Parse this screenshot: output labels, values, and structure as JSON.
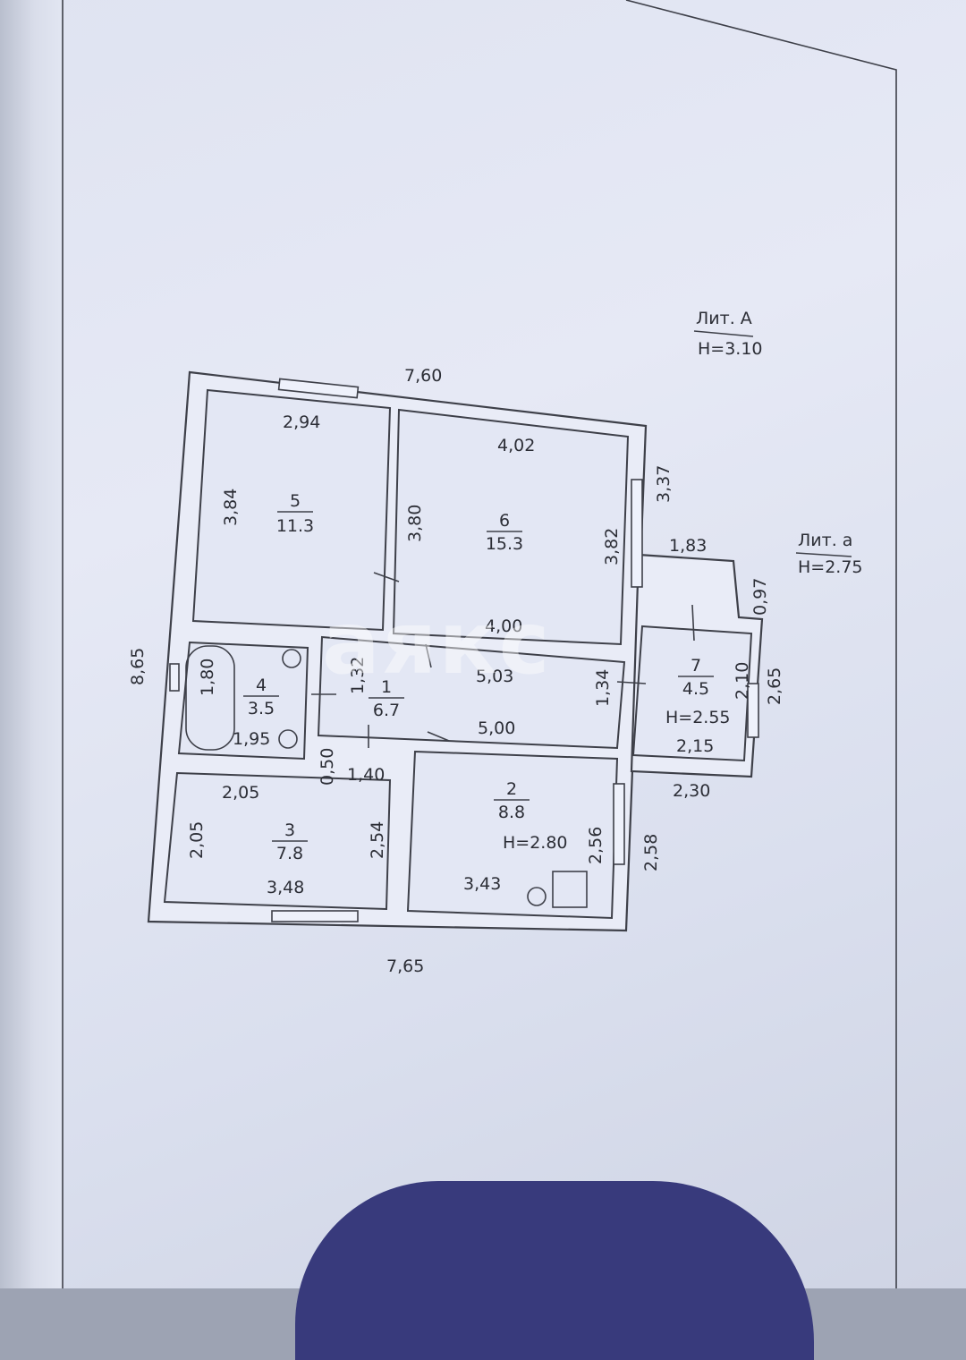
{
  "plan": {
    "lit_a": {
      "name": "Лит. А",
      "height": "H=3.10"
    },
    "lit_a_small": {
      "name": "Лит. а",
      "height": "H=2.75"
    },
    "overall": {
      "top": "7,60",
      "bottom": "7,65",
      "left": "8,65"
    },
    "rooms": [
      {
        "num": "5",
        "area": "11.3"
      },
      {
        "num": "6",
        "area": "15.3"
      },
      {
        "num": "4",
        "area": "3.5"
      },
      {
        "num": "1",
        "area": "6.7"
      },
      {
        "num": "7",
        "area": "4.5",
        "height": "H=2.55"
      },
      {
        "num": "3",
        "area": "7.8"
      },
      {
        "num": "2",
        "area": "8.8",
        "height": "H=2.80"
      }
    ],
    "dims": {
      "r5_top": "2,94",
      "r5_left": "3,84",
      "r6_top": "4,02",
      "r6_left": "3,80",
      "r6_right": "3,82",
      "r6_outer": "3,37",
      "corr_top": "4,00",
      "corr_mid": "5,03",
      "corr_bot": "5,00",
      "corr_h_left": "1,32",
      "corr_h_right": "1,34",
      "bath_h": "1,80",
      "bath_w": "1,95",
      "r7_top": "1,83",
      "r7_step": "0,97",
      "r7_w": "2,15",
      "r7_h": "2,10",
      "r7_outer_h": "2,65",
      "r7_outer_w": "2,30",
      "r3_top": "2,05",
      "r3_left": "2,05",
      "r3_right": "2,54",
      "r3_bot": "3,48",
      "small_v": "0,50",
      "small_w": "1,40",
      "r2_right": "2,56",
      "r2_outer": "2,58",
      "r2_bot": "3,43"
    },
    "watermark": "аякс"
  }
}
